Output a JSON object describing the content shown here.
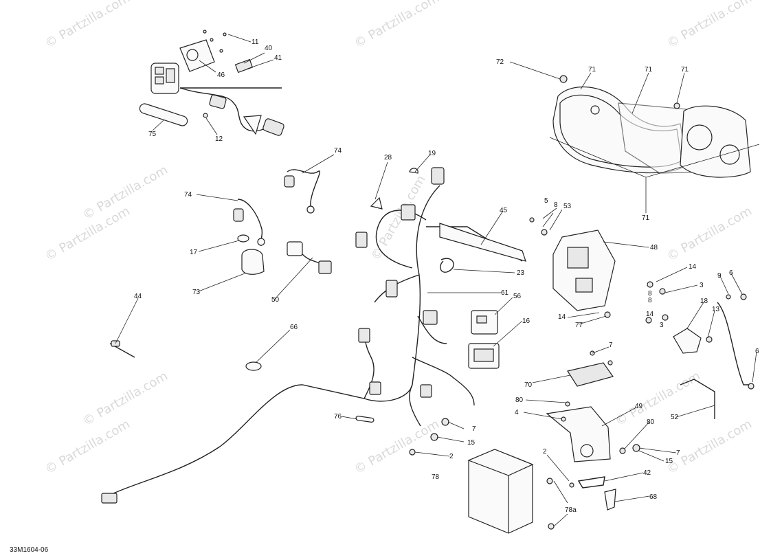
{
  "diagram_code": "33M1604-06",
  "watermark": "© Partzilla.com",
  "labels": [
    "11",
    "40",
    "41",
    "46",
    "12",
    "75",
    "72",
    "71",
    "71",
    "71",
    "71",
    "28",
    "19",
    "74",
    "74",
    "45",
    "5",
    "8",
    "53",
    "48",
    "17",
    "73",
    "50",
    "23",
    "61",
    "56",
    "16",
    "14",
    "8",
    "3",
    "9",
    "6",
    "18",
    "8",
    "14",
    "3",
    "14",
    "13",
    "77",
    "6",
    "44",
    "66",
    "7",
    "70",
    "52",
    "76",
    "80",
    "7",
    "4",
    "49",
    "15",
    "2",
    "80",
    "7",
    "2",
    "15",
    "78",
    "42",
    "68",
    "78a"
  ]
}
